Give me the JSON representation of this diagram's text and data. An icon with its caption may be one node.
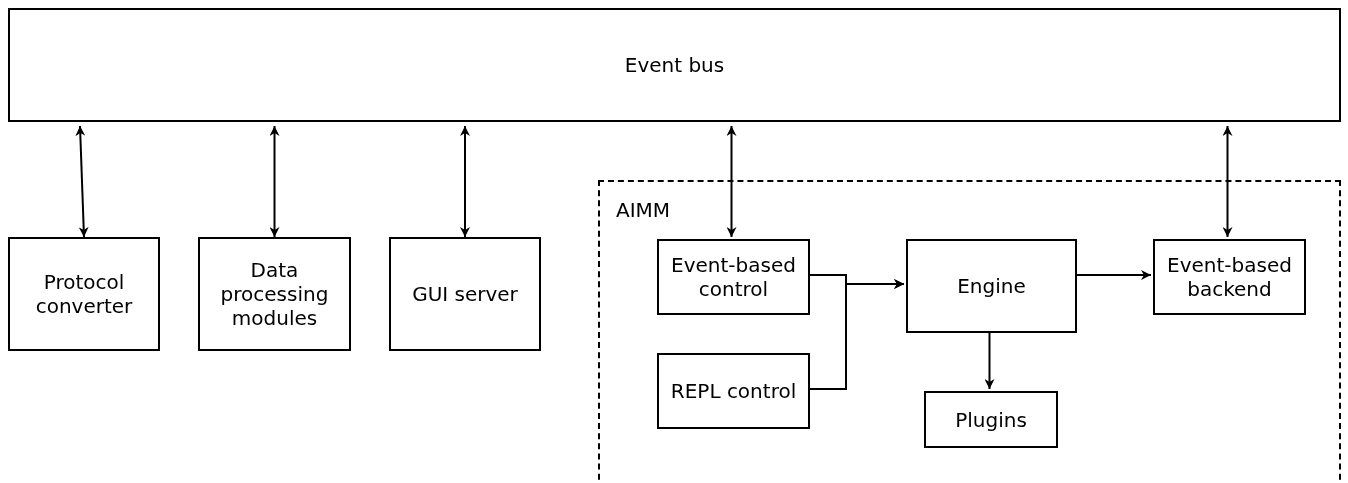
{
  "diagram": {
    "nodes": [
      {
        "text": [
          "Event bus"
        ]
      },
      {
        "text": [
          "Protocol converter"
        ]
      },
      {
        "text": [
          "Data processing modules"
        ]
      },
      {
        "text": [
          "GUI server"
        ]
      },
      {
        "text": [
          "AIMM"
        ]
      },
      {
        "text": [
          "Event-based control"
        ],
        "in": 4
      },
      {
        "text": [
          "REPL control"
        ],
        "in": 4
      },
      {
        "text": [
          "Engine"
        ],
        "in": 4
      },
      {
        "text": [
          "Event-based backend"
        ],
        "in": 4
      },
      {
        "text": [
          "Plugins"
        ],
        "in": 4
      }
    ],
    "edges": [
      {
        "from": 0,
        "to": 1,
        "arrow": "both"
      },
      {
        "from": 0,
        "to": 2,
        "arrow": "both"
      },
      {
        "from": 0,
        "to": 3,
        "arrow": "both"
      },
      {
        "from": 0,
        "to": 5,
        "arrow": "both"
      },
      {
        "from": 0,
        "to": 8,
        "arrow": "both"
      },
      {
        "from": 5,
        "to": 7,
        "arrow": "to"
      },
      {
        "from": 6,
        "to": 7,
        "arrow": "to"
      },
      {
        "from": 7,
        "to": 8,
        "arrow": "to"
      },
      {
        "from": 7,
        "to": 9,
        "arrow": "to"
      }
    ]
  }
}
